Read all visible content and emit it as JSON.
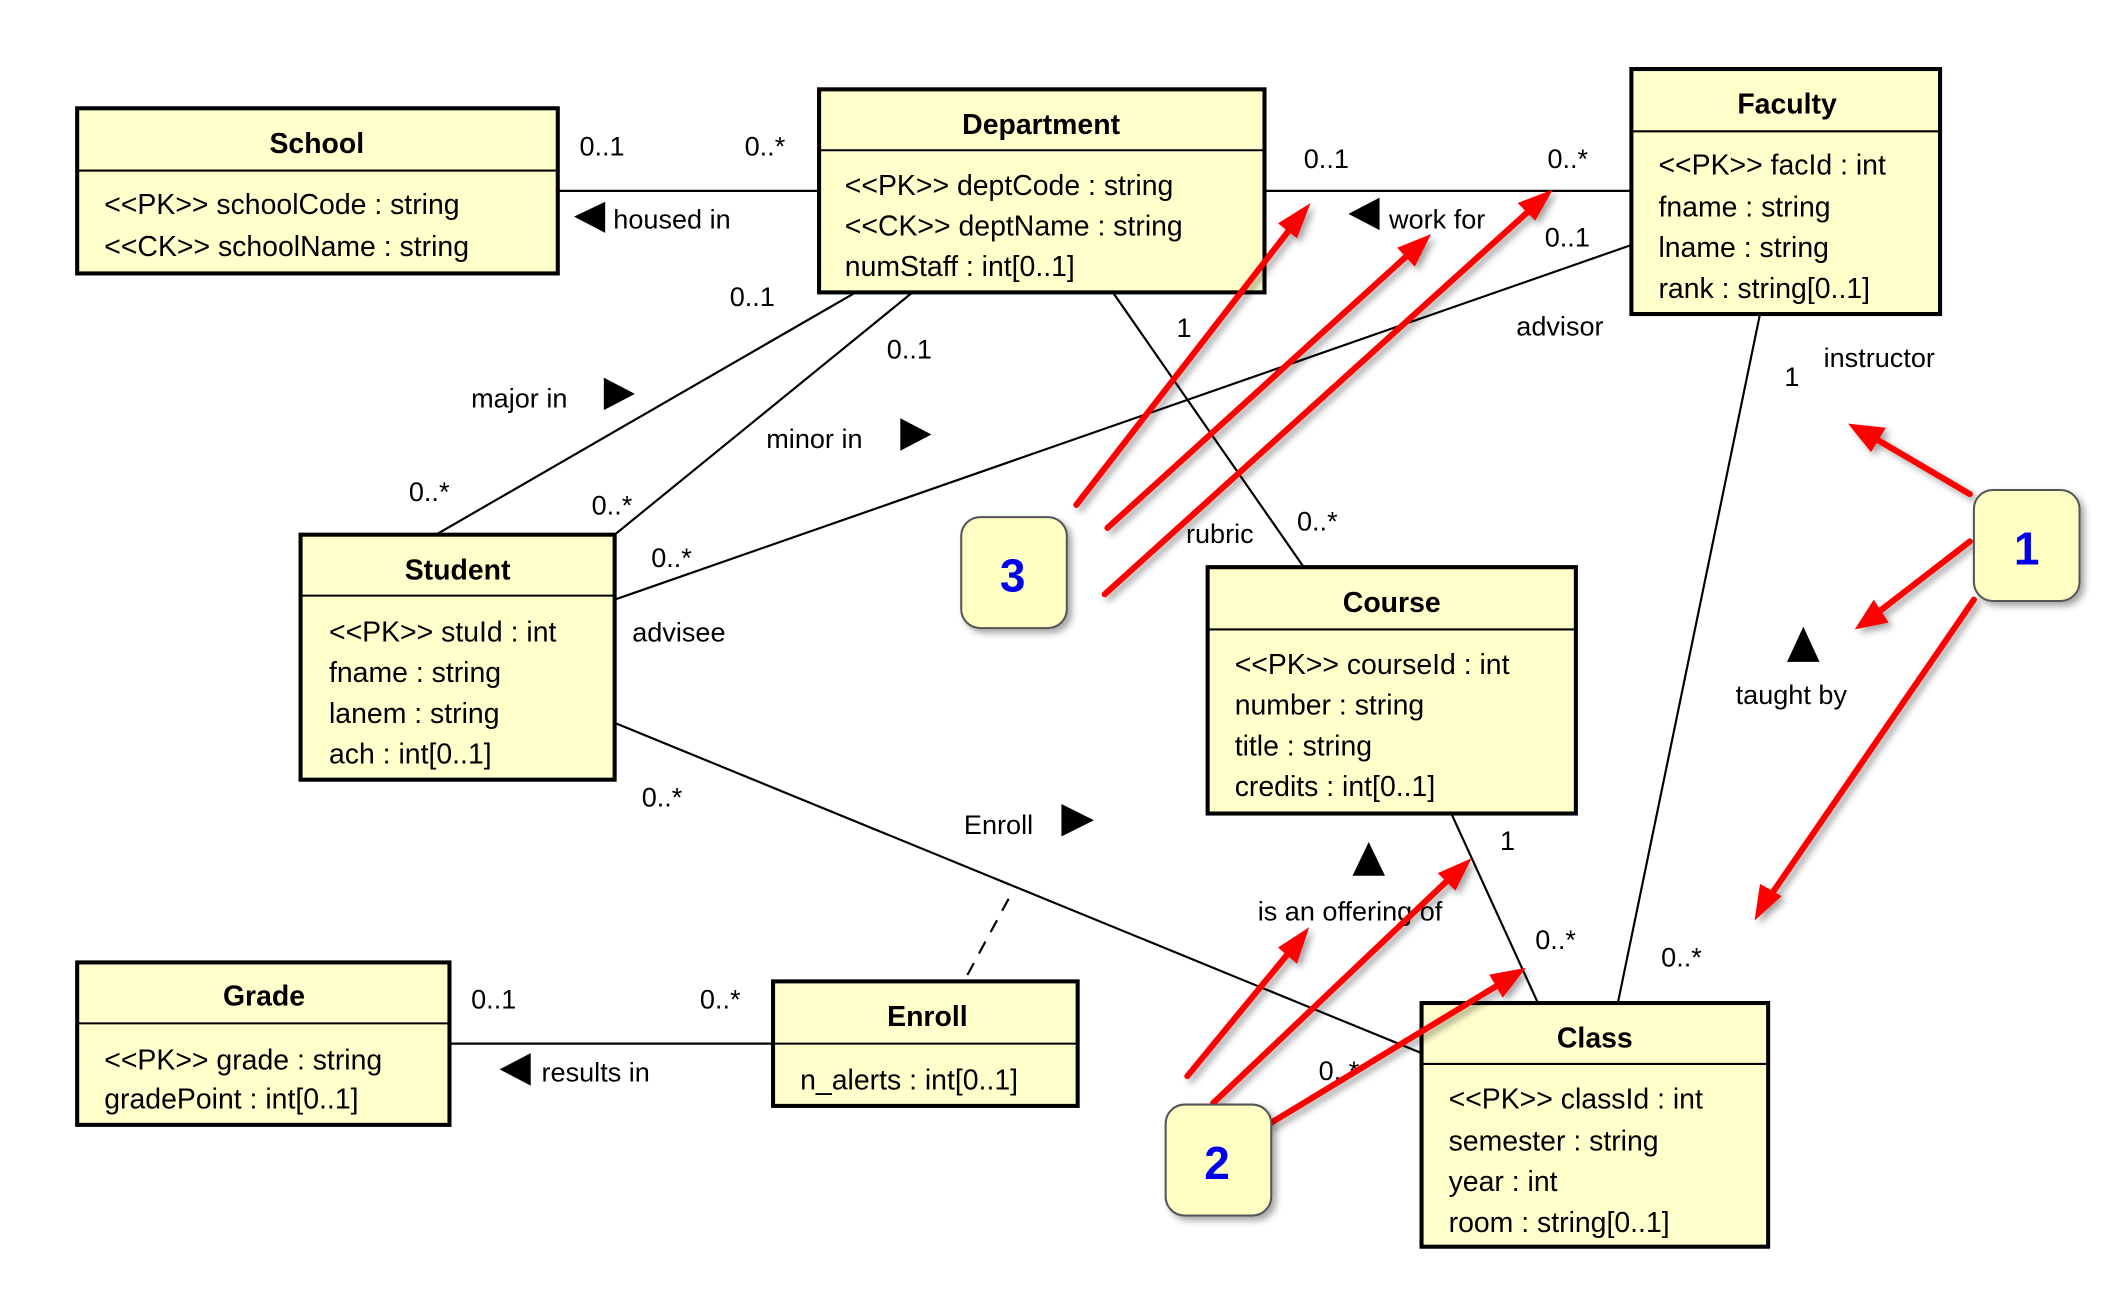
{
  "diagram": {
    "type": "UML class diagram",
    "colors": {
      "class_fill": "#ffffcc",
      "callout_fill": "#ffffc4",
      "callout_number": "#0000ee",
      "arrow": "#ff0000"
    },
    "classes": {
      "school": {
        "name": "School",
        "attributes": [
          "<<PK>> schoolCode : string",
          "<<CK>> schoolName : string"
        ]
      },
      "department": {
        "name": "Department",
        "attributes": [
          "<<PK>> deptCode : string",
          "<<CK>> deptName : string",
          "numStaff : int[0..1]"
        ]
      },
      "faculty": {
        "name": "Faculty",
        "attributes": [
          "<<PK>> facId : int",
          "fname : string",
          "lname : string",
          "rank : string[0..1]"
        ]
      },
      "student": {
        "name": "Student",
        "attributes": [
          "<<PK>> stuId : int",
          "fname : string",
          "lanem : string",
          "ach : int[0..1]"
        ]
      },
      "course": {
        "name": "Course",
        "attributes": [
          "<<PK>> courseId : int",
          "number : string",
          "title : string",
          "credits : int[0..1]"
        ]
      },
      "class": {
        "name": "Class",
        "attributes": [
          "<<PK>> classId : int",
          "semester : string",
          "year : int",
          "room : string[0..1]"
        ]
      },
      "grade": {
        "name": "Grade",
        "attributes": [
          "<<PK>> grade : string",
          "gradePoint : int[0..1]"
        ]
      },
      "enroll": {
        "name": "Enroll",
        "attributes": [
          "n_alerts : int[0..1]"
        ]
      }
    },
    "associations": {
      "housed_in": {
        "label": "housed in",
        "mult_school": "0..1",
        "mult_department": "0..*"
      },
      "work_for": {
        "label": "work for",
        "mult_department": "0..1",
        "mult_faculty": "0..*"
      },
      "major_in": {
        "label": "major in",
        "mult_department": "0..1",
        "mult_student": "0..*"
      },
      "minor_in": {
        "label": "minor in",
        "mult_department": "0..1",
        "mult_student": "0..*"
      },
      "advisor": {
        "role_faculty": "advisor",
        "role_student": "advisee",
        "mult_faculty": "0..1",
        "mult_student": "0..*"
      },
      "rubric": {
        "label": "rubric",
        "mult_department": "1",
        "mult_course": "0..*"
      },
      "taught_by": {
        "label": "taught by",
        "role_faculty": "instructor",
        "mult_faculty": "1",
        "mult_class": "0..*"
      },
      "offering_of": {
        "label": "is an offering of",
        "mult_course": "1",
        "mult_class": "0..*"
      },
      "enroll": {
        "label": "Enroll",
        "mult_student": "0..*",
        "mult_class": "0..*"
      },
      "results_in": {
        "label": "results in",
        "mult_grade": "0..1",
        "mult_enroll": "0..*"
      }
    },
    "callouts": [
      "1",
      "2",
      "3"
    ]
  }
}
